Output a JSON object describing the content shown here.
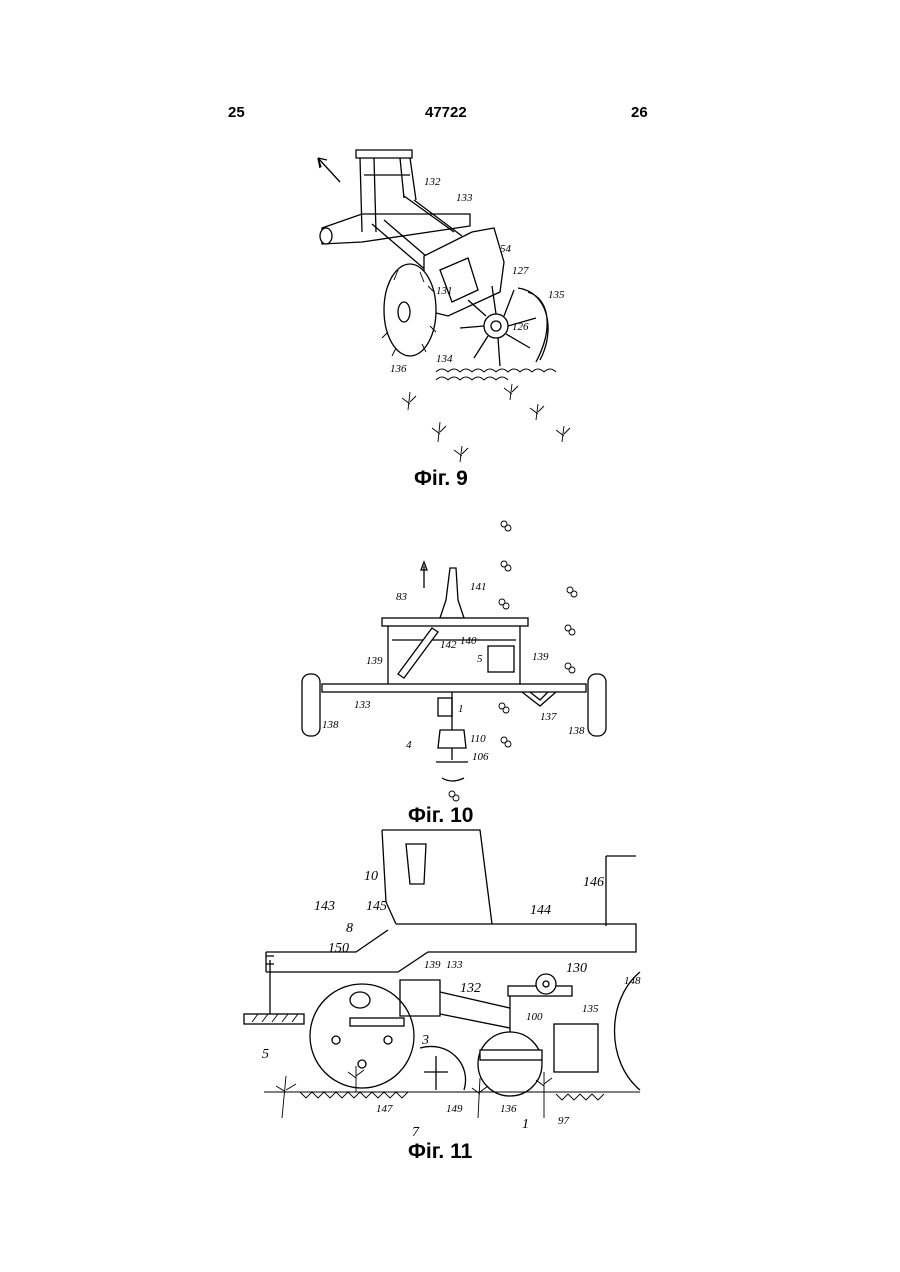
{
  "header": {
    "page_left": "25",
    "doc_number": "47722",
    "page_right": "26"
  },
  "figures": [
    {
      "caption": "Фіг. 9",
      "labels": [
        "132",
        "133",
        "54",
        "127",
        "135",
        "131",
        "126",
        "134",
        "136"
      ]
    },
    {
      "caption": "Фіг. 10",
      "labels": [
        "141",
        "83",
        "142",
        "140",
        "139",
        "5",
        "139",
        "133",
        "1",
        "137",
        "138",
        "138",
        "4",
        "110",
        "106"
      ]
    },
    {
      "caption": "Фіг. 11",
      "labels": [
        "10",
        "146",
        "143",
        "145",
        "144",
        "8",
        "150",
        "139",
        "133",
        "130",
        "148",
        "132",
        "100",
        "135",
        "5",
        "3",
        "7",
        "147",
        "149",
        "136",
        "1",
        "97"
      ]
    }
  ]
}
